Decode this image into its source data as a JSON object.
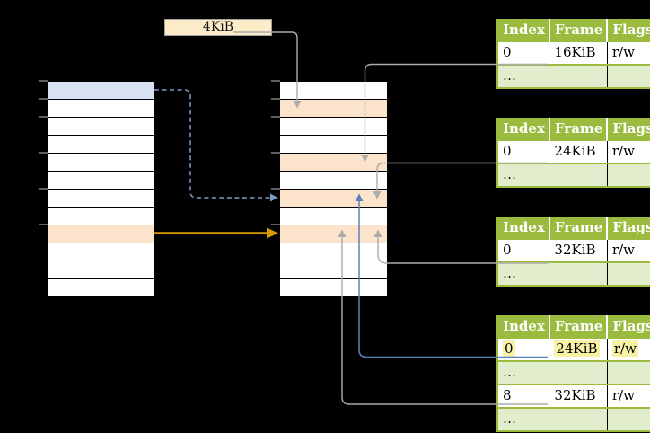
{
  "colors": {
    "bg": "#000000",
    "header_green": "#9ABB3D",
    "row_light_green": "#E2EDCE",
    "row_orange": "#FCE4CC",
    "row_blue": "#D9E2F3",
    "box_cream": "#FCECC8",
    "highlight_yellow": "#F7F2A6",
    "arrow_gray": "#ACACAC",
    "arrow_orange": "#DB9900",
    "arrow_blue": "#5B82BC",
    "arrow_blue_dashed": "#7E9CCB",
    "tick_gray": "#808080"
  },
  "frame_size_label": "4KiB",
  "left_column": {
    "rows": [
      "blue",
      "white",
      "white",
      "white",
      "white",
      "white",
      "white",
      "white",
      "orange",
      "white",
      "white",
      "white"
    ]
  },
  "middle_column": {
    "rows": [
      "white",
      "orange",
      "white",
      "white",
      "orange",
      "white",
      "orange",
      "white",
      "orange",
      "white",
      "white",
      "white"
    ]
  },
  "tables": [
    {
      "headers": [
        "Index",
        "Frame",
        "Flags"
      ],
      "rows": [
        {
          "cells": [
            "0",
            "16KiB",
            "r/w"
          ],
          "shaded": false,
          "highlight": false
        },
        {
          "cells": [
            "…",
            "",
            ""
          ],
          "shaded": true,
          "highlight": false
        }
      ]
    },
    {
      "headers": [
        "Index",
        "Frame",
        "Flags"
      ],
      "rows": [
        {
          "cells": [
            "0",
            "24KiB",
            "r/w"
          ],
          "shaded": false,
          "highlight": false
        },
        {
          "cells": [
            "…",
            "",
            ""
          ],
          "shaded": true,
          "highlight": false
        }
      ]
    },
    {
      "headers": [
        "Index",
        "Frame",
        "Flags"
      ],
      "rows": [
        {
          "cells": [
            "0",
            "32KiB",
            "r/w"
          ],
          "shaded": false,
          "highlight": false
        },
        {
          "cells": [
            "…",
            "",
            ""
          ],
          "shaded": true,
          "highlight": false
        }
      ]
    },
    {
      "headers": [
        "Index",
        "Frame",
        "Flags"
      ],
      "rows": [
        {
          "cells": [
            "0",
            "24KiB",
            "r/w"
          ],
          "shaded": false,
          "highlight": true
        },
        {
          "cells": [
            "…",
            "",
            ""
          ],
          "shaded": true,
          "highlight": false
        },
        {
          "cells": [
            "8",
            "32KiB",
            "r/w"
          ],
          "shaded": false,
          "highlight": false
        },
        {
          "cells": [
            "…",
            "",
            ""
          ],
          "shaded": true,
          "highlight": false
        }
      ]
    }
  ]
}
